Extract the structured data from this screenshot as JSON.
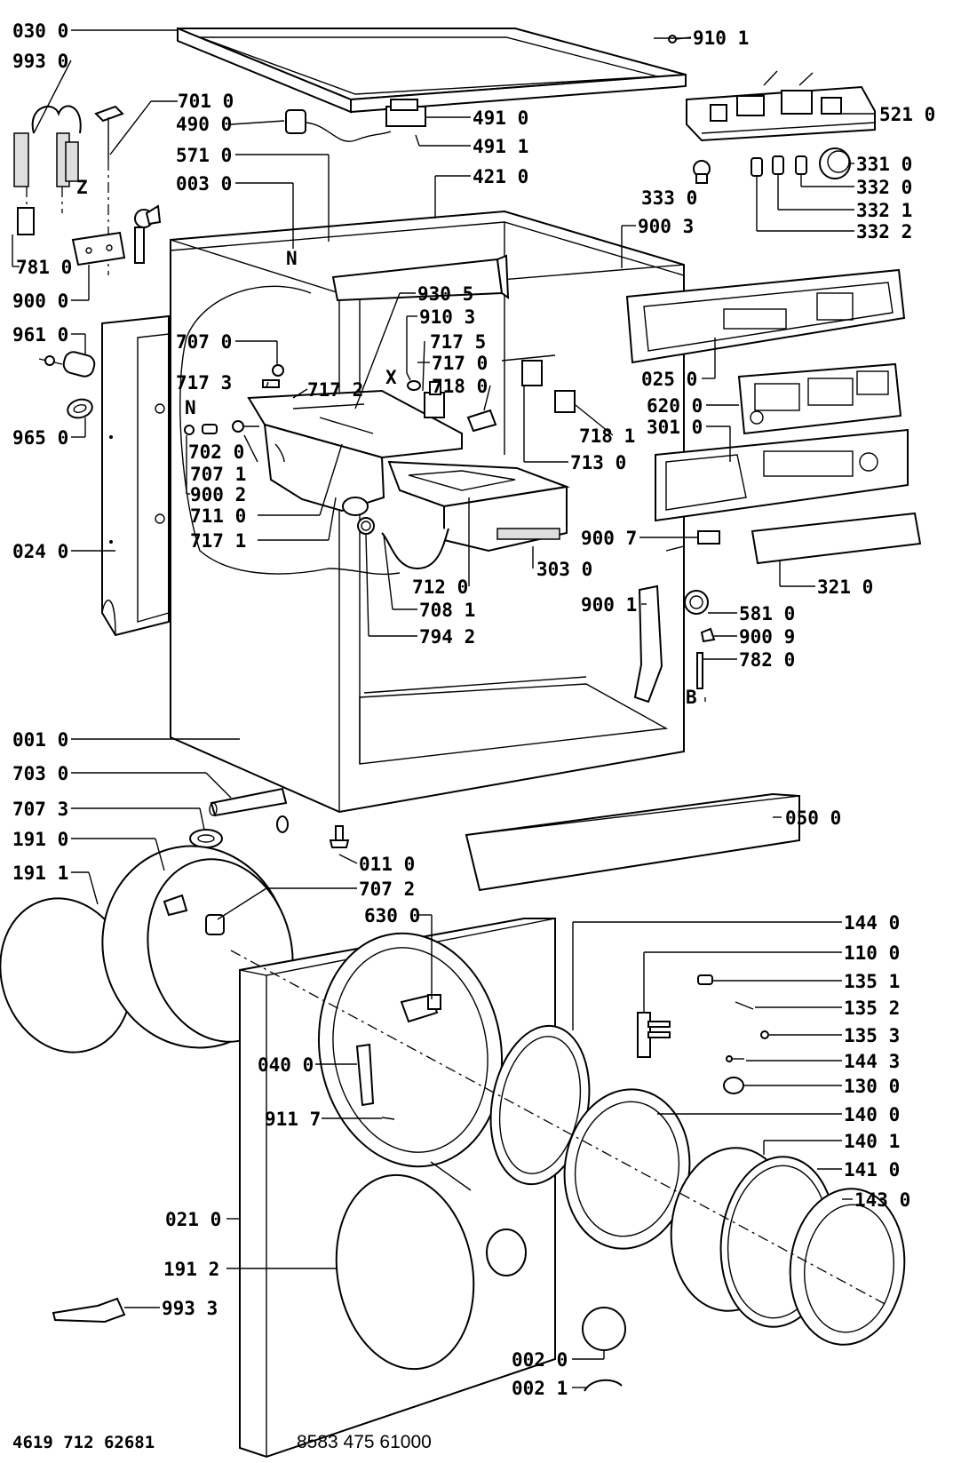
{
  "footer": {
    "left_code": "4619 712 62681",
    "center_code": "8583 475 61000"
  },
  "markers": [
    {
      "id": "z",
      "text": "Z"
    },
    {
      "id": "n1",
      "text": "N"
    },
    {
      "id": "n2",
      "text": "N"
    },
    {
      "id": "x",
      "text": "X"
    },
    {
      "id": "b",
      "text": "B"
    }
  ],
  "labels": [
    {
      "id": "p0300",
      "text": "030 0"
    },
    {
      "id": "p9930",
      "text": "993 0"
    },
    {
      "id": "p7010",
      "text": "701 0"
    },
    {
      "id": "p4900",
      "text": "490 0"
    },
    {
      "id": "p5710",
      "text": "571 0"
    },
    {
      "id": "p0030",
      "text": "003 0"
    },
    {
      "id": "p7810",
      "text": "781 0"
    },
    {
      "id": "p9000",
      "text": "900 0"
    },
    {
      "id": "p9610",
      "text": "961 0"
    },
    {
      "id": "p9650",
      "text": "965 0"
    },
    {
      "id": "p7070",
      "text": "707 0"
    },
    {
      "id": "p7173",
      "text": "717 3"
    },
    {
      "id": "p7172",
      "text": "717 2"
    },
    {
      "id": "p7020",
      "text": "702 0"
    },
    {
      "id": "p7071",
      "text": "707 1"
    },
    {
      "id": "p9002",
      "text": "900 2"
    },
    {
      "id": "p7110",
      "text": "711 0"
    },
    {
      "id": "p7171",
      "text": "717 1"
    },
    {
      "id": "p0240",
      "text": "024 0"
    },
    {
      "id": "p9101",
      "text": "910 1"
    },
    {
      "id": "p5210",
      "text": "521 0"
    },
    {
      "id": "p4910",
      "text": "491 0"
    },
    {
      "id": "p4911",
      "text": "491 1"
    },
    {
      "id": "p4210",
      "text": "421 0"
    },
    {
      "id": "p3310",
      "text": "331 0"
    },
    {
      "id": "p3320",
      "text": "332 0"
    },
    {
      "id": "p3330",
      "text": "333 0"
    },
    {
      "id": "p3321",
      "text": "332 1"
    },
    {
      "id": "p3322",
      "text": "332 2"
    },
    {
      "id": "p9003",
      "text": "900 3"
    },
    {
      "id": "p9305",
      "text": "930 5"
    },
    {
      "id": "p9103",
      "text": "910 3"
    },
    {
      "id": "p7175",
      "text": "717 5"
    },
    {
      "id": "p7170",
      "text": "717 0"
    },
    {
      "id": "p7180",
      "text": "718 0"
    },
    {
      "id": "p7181",
      "text": "718 1"
    },
    {
      "id": "p7130",
      "text": "713 0"
    },
    {
      "id": "p0250",
      "text": "025 0"
    },
    {
      "id": "p6200",
      "text": "620 0"
    },
    {
      "id": "p3010",
      "text": "301 0"
    },
    {
      "id": "p9007",
      "text": "900 7"
    },
    {
      "id": "p3030",
      "text": "303 0"
    },
    {
      "id": "p3210",
      "text": "321 0"
    },
    {
      "id": "p7120",
      "text": "712 0"
    },
    {
      "id": "p9001",
      "text": "900 1"
    },
    {
      "id": "p5810",
      "text": "581 0"
    },
    {
      "id": "p7081",
      "text": "708 1"
    },
    {
      "id": "p9009",
      "text": "900 9"
    },
    {
      "id": "p7942",
      "text": "794 2"
    },
    {
      "id": "p7820",
      "text": "782 0"
    },
    {
      "id": "p0010",
      "text": "001 0"
    },
    {
      "id": "p7030",
      "text": "703 0"
    },
    {
      "id": "p7073",
      "text": "707 3"
    },
    {
      "id": "p1910",
      "text": "191 0"
    },
    {
      "id": "p1911",
      "text": "191 1"
    },
    {
      "id": "p0110",
      "text": "011 0"
    },
    {
      "id": "p7072",
      "text": "707 2"
    },
    {
      "id": "p0500",
      "text": "050 0"
    },
    {
      "id": "p6300",
      "text": "630 0"
    },
    {
      "id": "p1440",
      "text": "144 0"
    },
    {
      "id": "p1100",
      "text": "110 0"
    },
    {
      "id": "p1351",
      "text": "135 1"
    },
    {
      "id": "p1352",
      "text": "135 2"
    },
    {
      "id": "p1353",
      "text": "135 3"
    },
    {
      "id": "p0400",
      "text": "040 0"
    },
    {
      "id": "p1443",
      "text": "144 3"
    },
    {
      "id": "p1300",
      "text": "130 0"
    },
    {
      "id": "p9117",
      "text": "911 7"
    },
    {
      "id": "p1400",
      "text": "140 0"
    },
    {
      "id": "p1401",
      "text": "140 1"
    },
    {
      "id": "p1410",
      "text": "141 0"
    },
    {
      "id": "p0210",
      "text": "021 0"
    },
    {
      "id": "p1430",
      "text": "143 0"
    },
    {
      "id": "p1912",
      "text": "191 2"
    },
    {
      "id": "p9933",
      "text": "993 3"
    },
    {
      "id": "p0020",
      "text": "002 0"
    },
    {
      "id": "p0021",
      "text": "002 1"
    }
  ]
}
